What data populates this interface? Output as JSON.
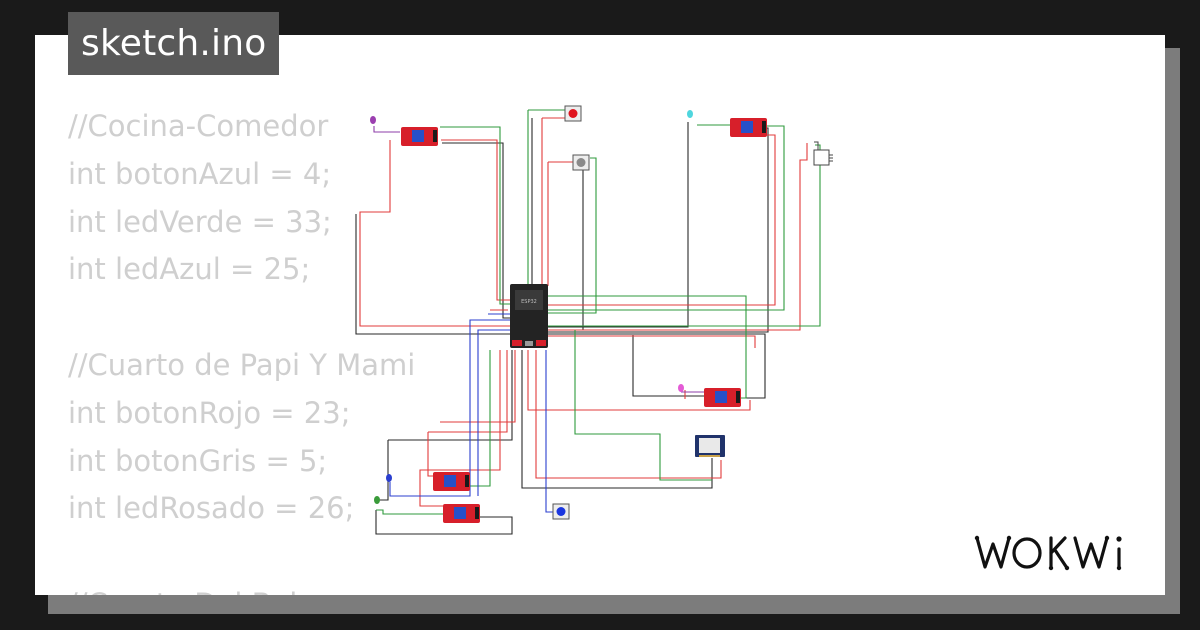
{
  "header": {
    "file_name": "sketch.ino"
  },
  "code": {
    "lines": [
      "//Cocina-Comedor",
      "int botonAzul = 4;",
      "int ledVerde = 33;",
      "int ledAzul = 25;",
      "",
      "//Cuarto de Papi Y Mami",
      "int botonRojo = 23;",
      "int botonGris = 5;",
      "int ledRosado = 26;",
      "",
      "//Cuarto Del Bebe"
    ]
  },
  "diagram": {
    "mcu_label": "ESP32",
    "components": [
      "relay-module",
      "relay-module",
      "relay-module",
      "relay-module",
      "relay-module",
      "led-purple",
      "led-cyan",
      "led-pink",
      "led-blue",
      "led-green",
      "pushbutton-red",
      "pushbutton-gray",
      "pushbutton-blue",
      "sensor-module",
      "servo"
    ],
    "wire_colors": {
      "red": "#e23b3b",
      "green": "#2f9a3c",
      "black": "#2a2a2a",
      "blue": "#2b3fcf"
    }
  },
  "brand": {
    "name": "WOKWi"
  },
  "colors": {
    "background": "#1a1a1a",
    "card": "#ffffff",
    "card_shadow": "#7c7c7c",
    "tag": "#595959",
    "code_text": "#cfcfcf",
    "relay": "#d71f2a",
    "mcu": "#232323"
  }
}
